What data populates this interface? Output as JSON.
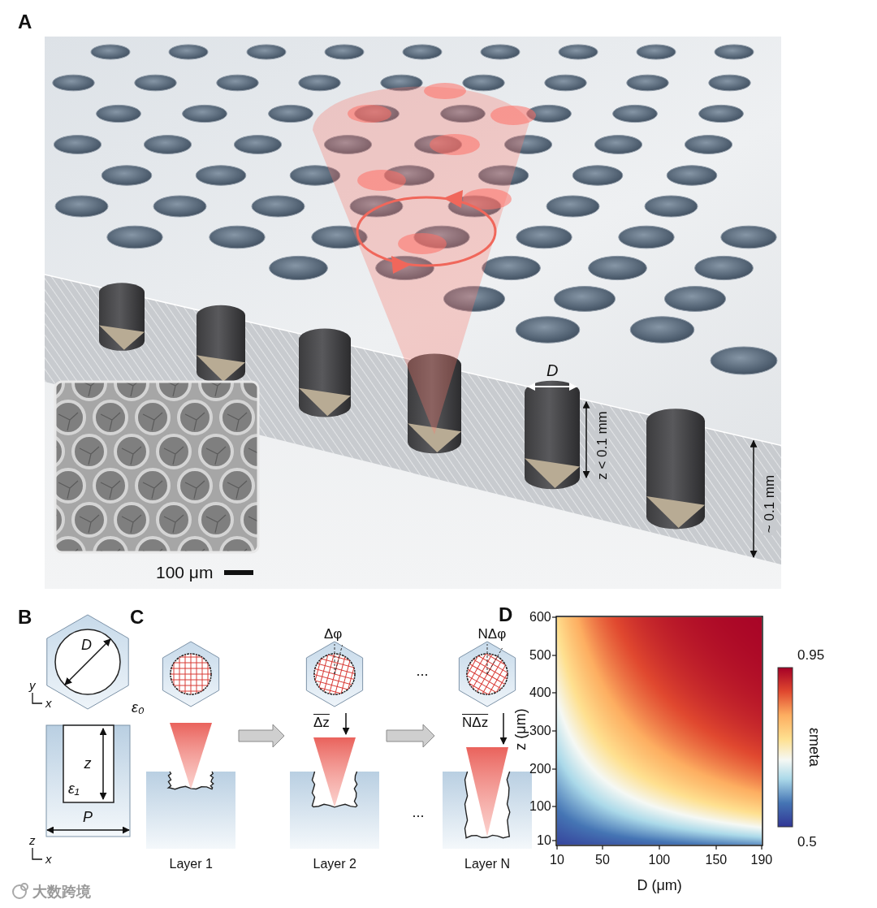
{
  "diagram": {
    "labels": [
      "A",
      "D",
      "z < 0.1 mm",
      "~ 0.1 mm",
      "100 μm",
      "B",
      "C",
      "D",
      "D",
      "y",
      "x",
      "ε₀",
      "Δφ",
      "NΔφ",
      "...",
      "600",
      "500",
      "400",
      "300",
      "200",
      "100",
      "10",
      "0.95",
      "z",
      "ε₁",
      "Δz",
      "NΔz",
      "z (μm)",
      "εmeta",
      "P",
      "...",
      "0.5",
      "z",
      "x",
      "Layer 1",
      "Layer 2",
      "Layer N",
      "10",
      "50",
      "100",
      "150",
      "190",
      "D (μm)",
      "大数跨境"
    ]
  }
}
